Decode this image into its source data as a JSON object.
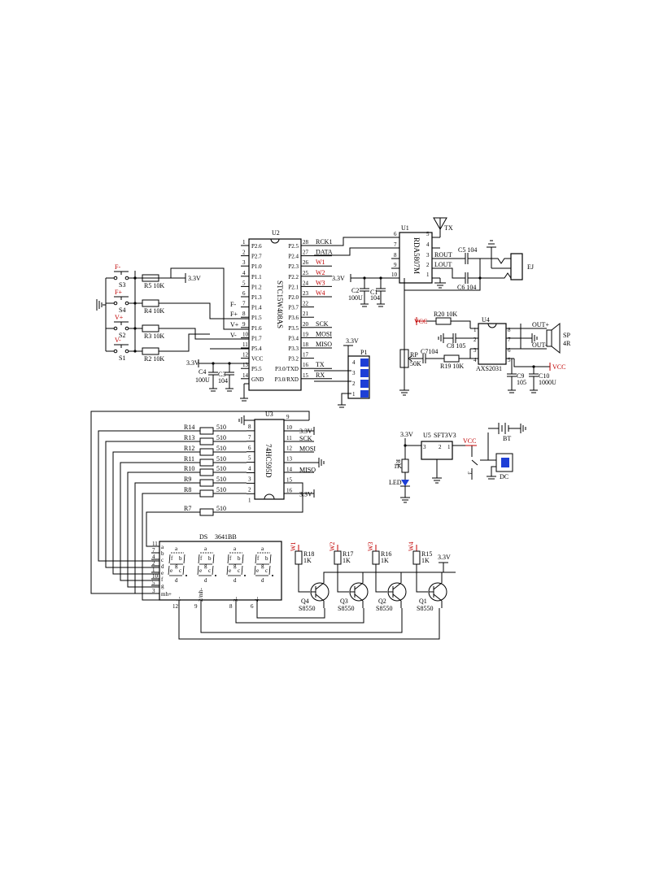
{
  "u2": {
    "ref": "U2",
    "part": "STC15W408AS",
    "left_pins": [
      {
        "num": "1",
        "name": "P2.6"
      },
      {
        "num": "2",
        "name": "P2.7"
      },
      {
        "num": "3",
        "name": "P1.0"
      },
      {
        "num": "4",
        "name": "P1.1"
      },
      {
        "num": "5",
        "name": "P1.2"
      },
      {
        "num": "6",
        "name": "P1.3"
      },
      {
        "num": "7",
        "name": "P1.4"
      },
      {
        "num": "8",
        "name": "P1.5"
      },
      {
        "num": "9",
        "name": "P1.6"
      },
      {
        "num": "10",
        "name": "P1.7"
      },
      {
        "num": "11",
        "name": "P5.4"
      },
      {
        "num": "12",
        "name": "VCC"
      },
      {
        "num": "13",
        "name": "P5.5"
      },
      {
        "num": "14",
        "name": "GND"
      }
    ],
    "right_pins": [
      {
        "num": "28",
        "name": "P2.5",
        "net": "RCK1"
      },
      {
        "num": "27",
        "name": "P2.4",
        "net": "DATA"
      },
      {
        "num": "26",
        "name": "P2.3",
        "net": "W1"
      },
      {
        "num": "25",
        "name": "P2.2",
        "net": "W2"
      },
      {
        "num": "24",
        "name": "P2.1",
        "net": "W3"
      },
      {
        "num": "23",
        "name": "P2.0",
        "net": "W4"
      },
      {
        "num": "22",
        "name": "P3.7",
        "net": ""
      },
      {
        "num": "21",
        "name": "P3.6",
        "net": ""
      },
      {
        "num": "20",
        "name": "P3.5",
        "net": "SCK"
      },
      {
        "num": "19",
        "name": "P3.4",
        "net": "MOSI"
      },
      {
        "num": "18",
        "name": "P3.3",
        "net": "MISO"
      },
      {
        "num": "17",
        "name": "P3.2",
        "net": ""
      },
      {
        "num": "16",
        "name": "P3.0/TXD",
        "net": "TX"
      },
      {
        "num": "15",
        "name": "P3.0/RXD",
        "net": "RX"
      }
    ],
    "left_nets": [
      "F-",
      "F+",
      "V+",
      "V-"
    ]
  },
  "buttons": [
    {
      "sw": "S3",
      "net": "F-",
      "res": "R5 10K"
    },
    {
      "sw": "S4",
      "net": "F+",
      "res": "R4 10K"
    },
    {
      "sw": "S2",
      "net": "V+",
      "res": "R3 10K"
    },
    {
      "sw": "S1",
      "net": "V-",
      "res": "R2 10K"
    }
  ],
  "power_labels": {
    "v33": "3.3V",
    "vcc": "VCC"
  },
  "mcu_caps": {
    "c4": "C4",
    "c4v": "100U",
    "c3": "C3",
    "c3v": "104"
  },
  "p1": {
    "ref": "P1",
    "pins": [
      "4",
      "3",
      "2",
      "1"
    ]
  },
  "u1": {
    "ref": "U1",
    "part": "RDA5807M",
    "left_pins": [
      "6",
      "7",
      "8",
      "9",
      "10"
    ],
    "right_pins": [
      "5",
      "4",
      "3",
      "2",
      "1"
    ],
    "ant": "TX",
    "rout": "ROUT",
    "lout": "LOUT",
    "c2": "C2",
    "c2v": "100U",
    "c1": "C1",
    "c1v": "104"
  },
  "audio_in": {
    "c5": "C5 104",
    "c6": "C6 104",
    "jack": "EJ"
  },
  "u4": {
    "ref": "U4",
    "part": "AXS2031",
    "left_pins": [
      "1",
      "2",
      "3",
      "4"
    ],
    "right_pins": [
      "8",
      "7",
      "6",
      "5"
    ],
    "r20": "R20 10K",
    "c8": "C8 105",
    "c7": "C7104",
    "r19": "R19 10K",
    "rp": "RP",
    "rpv": "50K",
    "outp": "OUT+",
    "outm": "OUT-",
    "sp": "SP",
    "spv": "4R",
    "c9": "C9",
    "c9v": "105",
    "c10": "C10",
    "c10v": "1000U"
  },
  "u3": {
    "ref": "U3",
    "part": "74HC595D",
    "left_pins": [
      "8",
      "7",
      "6",
      "5",
      "4",
      "3",
      "2",
      "1"
    ],
    "right_pins": [
      {
        "num": "9",
        "net": ""
      },
      {
        "num": "10",
        "net": "3.3V"
      },
      {
        "num": "11",
        "net": "SCK"
      },
      {
        "num": "12",
        "net": "MOSI"
      },
      {
        "num": "13",
        "net": ""
      },
      {
        "num": "14",
        "net": "MISO"
      },
      {
        "num": "15",
        "net": ""
      },
      {
        "num": "16",
        "net": "3.3V"
      }
    ],
    "resistors": [
      {
        "ref": "R14",
        "val": "510"
      },
      {
        "ref": "R13",
        "val": "510"
      },
      {
        "ref": "R12",
        "val": "510"
      },
      {
        "ref": "R11",
        "val": "510"
      },
      {
        "ref": "R10",
        "val": "510"
      },
      {
        "ref": "R9",
        "val": "510"
      },
      {
        "ref": "R8",
        "val": "510"
      },
      {
        "ref": "R7",
        "val": "510"
      }
    ]
  },
  "power": {
    "u5": "U5",
    "u5part": "SFT3V3",
    "u5pins": [
      "3",
      "2",
      "1"
    ],
    "led": "LED",
    "r1": "R1",
    "r1v": "1K",
    "bt": "BT",
    "dc": "DC",
    "sw": "3"
  },
  "display": {
    "ref": "DS",
    "part": "3641BB",
    "seg_pins": [
      {
        "num": "11",
        "name": "a"
      },
      {
        "num": "7",
        "name": "b"
      },
      {
        "num": "4",
        "name": "c"
      },
      {
        "num": "2",
        "name": "d"
      },
      {
        "num": "1",
        "name": "e"
      },
      {
        "num": "10",
        "name": "f"
      },
      {
        "num": "5",
        "name": "g"
      },
      {
        "num": "3",
        "name": "mh+"
      }
    ],
    "digit_pins": [
      {
        "num": "12",
        "name": "1-"
      },
      {
        "num": "9",
        "name": "2/mh-"
      },
      {
        "num": "8",
        "name": "3-"
      },
      {
        "num": "6",
        "name": "4-"
      }
    ],
    "seg_letters": [
      "a",
      "b",
      "c",
      "d",
      "e",
      "f",
      "g"
    ]
  },
  "drivers": [
    {
      "w": "W1",
      "r": "R18",
      "rv": "1K",
      "q": "Q4",
      "qv": "S8550"
    },
    {
      "w": "W2",
      "r": "R17",
      "rv": "1K",
      "q": "Q3",
      "qv": "S8550"
    },
    {
      "w": "W3",
      "r": "R16",
      "rv": "1K",
      "q": "Q2",
      "qv": "S8550"
    },
    {
      "w": "W4",
      "r": "R15",
      "rv": "1K",
      "q": "Q1",
      "qv": "S8550"
    }
  ]
}
